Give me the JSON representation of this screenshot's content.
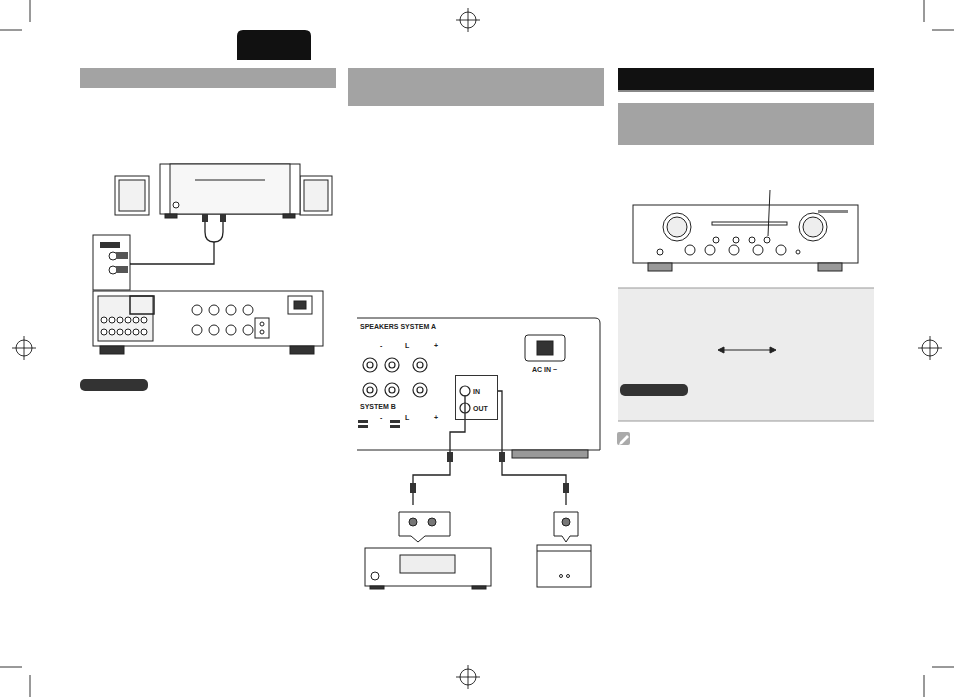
{
  "diagram": {
    "nodes": [
      {
        "text": [
          "IN",
          "OUT"
        ]
      }
    ],
    "labels": [
      "SPEAKERS SYSTEM A",
      "-",
      "L",
      "+",
      "SYSTEM B",
      "-",
      "L",
      "+",
      "AC IN ~"
    ]
  }
}
